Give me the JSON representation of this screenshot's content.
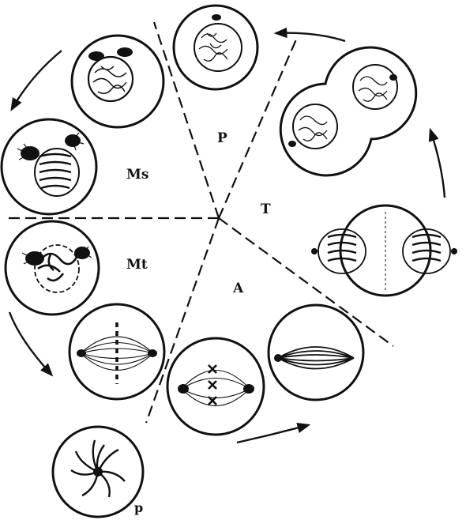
{
  "labels": {
    "P": "P",
    "T": "T",
    "Ms": "Ms",
    "Mt": "Mt",
    "A": "A",
    "p": "p"
  },
  "colors": {
    "ink": "#111111",
    "paper": "#ffffff"
  }
}
